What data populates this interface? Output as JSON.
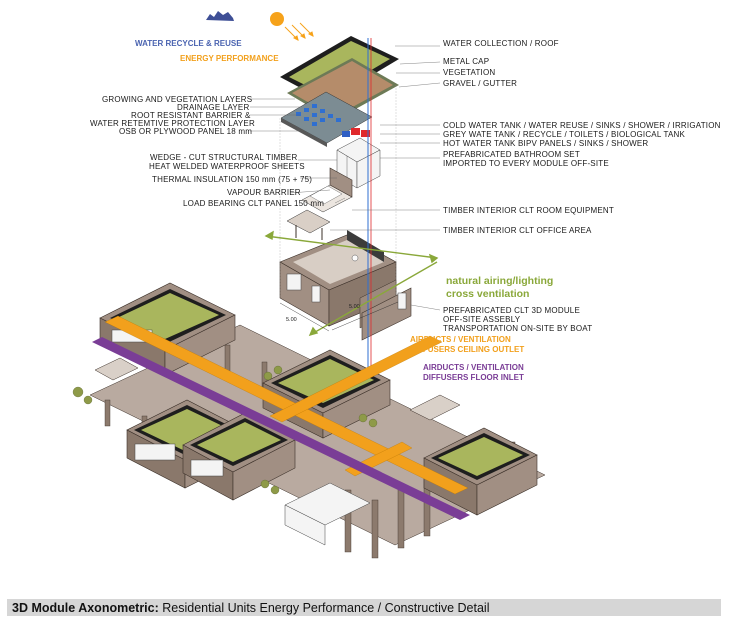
{
  "labels_left": {
    "water_recycle": "WATER RECYCLE & REUSE",
    "energy_performance": "ENERGY PERFORMANCE",
    "growing_layers": "GROWING AND VEGETATION LAYERS",
    "drainage": "DRAINAGE LAYER",
    "root_barrier": "ROOT RESISTANT BARRIER &",
    "water_retentive": "WATER RETEMTIVE PROTECTION LAYER",
    "osb": "OSB OR PLYWOOD PANEL 18 mm",
    "wedge_timber": "WEDGE - CUT STRUCTURAL TIMBER",
    "heat_welded": "HEAT WELDED WATERPROOF SHEETS",
    "thermal_insulation": "THERMAL INSULATION 150 mm (75 + 75)",
    "vapour_barrier": "VAPOUR BARRIER",
    "clt_panel": "LOAD BEARING CLT PANEL 150 mm"
  },
  "labels_right": {
    "water_collection": "WATER COLLECTION / ROOF",
    "metal_cap": "METAL CAP",
    "vegetation": "VEGETATION",
    "gravel": "GRAVEL / GUTTER",
    "cold_water": "COLD WATER TANK / WATER REUSE / SINKS / SHOWER / IRRIGATION",
    "grey_water": "GREY WATE TANK / RECYCLE / TOILETS / BIOLOGICAL TANK",
    "hot_water": "HOT WATER TANK BIPV PANELS / SINKS / SHOWER",
    "bathroom_1": "PREFABRICATED BATHROOM SET",
    "bathroom_2": "IMPORTED TO EVERY MODULE OFF-SITE",
    "room_equipment": "TIMBER INTERIOR CLT ROOM EQUIPMENT",
    "office_area": "TIMBER INTERIOR CLT OFFICE AREA",
    "natural_airing_1": "natural airing/lighting",
    "natural_airing_2": "cross ventilation",
    "clt_module_1": "PREFABRICATED CLT 3D MODULE",
    "clt_module_2": "OFF-SITE ASSEBLY",
    "clt_module_3": "TRANSPORTATION ON-SITE BY BOAT",
    "airducts_ceiling_1": "AIRDUCTS / VENTILATION",
    "airducts_ceiling_2": "DIFFUSERS CEILING OUTLET",
    "airducts_floor_1": "AIRDUCTS / VENTILATION",
    "airducts_floor_2": "DIFFUSERS FLOOR INLET"
  },
  "dimensions": {
    "width": "5.00",
    "depth": "5.00"
  },
  "caption": {
    "bold": "3D Module Axonometric:",
    "rest": " Residential Units Energy Performance / Constructive Detail"
  },
  "colors": {
    "water_blue": "#4a63b0",
    "energy_orange": "#f2a01c",
    "duct_purple": "#7a3d96",
    "airing_green": "#8aa83a",
    "roof_grass": "#a9b65d",
    "timber": "#a18f83",
    "sun": "#f6a21a"
  },
  "icons": [
    "cloud-icon",
    "sun-icon"
  ]
}
